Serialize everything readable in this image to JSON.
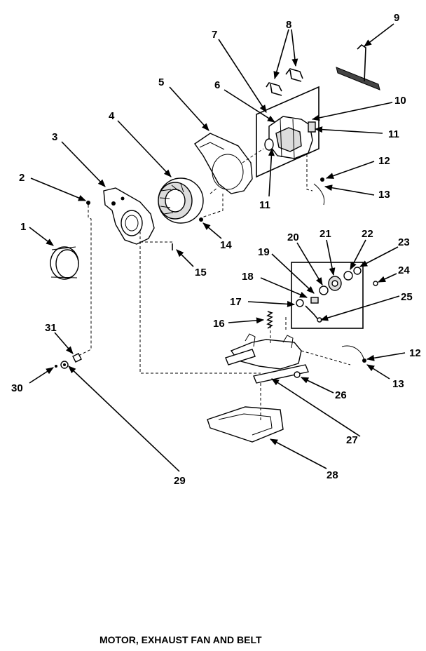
{
  "caption": "MOTOR, EXHAUST FAN AND BELT",
  "callouts": [
    "1",
    "2",
    "3",
    "4",
    "5",
    "6",
    "7",
    "8",
    "9",
    "10",
    "11",
    "11",
    "12",
    "12",
    "13",
    "13",
    "14",
    "15",
    "16",
    "17",
    "18",
    "19",
    "20",
    "21",
    "22",
    "23",
    "24",
    "25",
    "26",
    "27",
    "28",
    "29",
    "30",
    "31"
  ]
}
